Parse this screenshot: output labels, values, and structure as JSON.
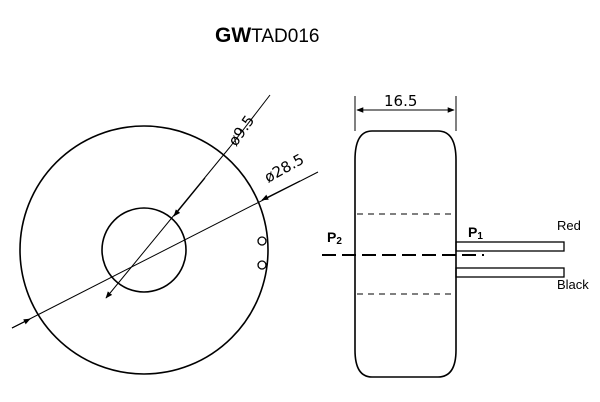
{
  "title": {
    "bold": "GW",
    "normal": "TAD016"
  },
  "dimensions": {
    "inner_diameter": "ø9.5",
    "outer_diameter": "ø28.5",
    "width": "16.5"
  },
  "pins": {
    "p2": {
      "letter": "P",
      "sub": "2"
    },
    "p1": {
      "letter": "P",
      "sub": "1"
    }
  },
  "wires": {
    "red": "Red",
    "black": "Black"
  }
}
